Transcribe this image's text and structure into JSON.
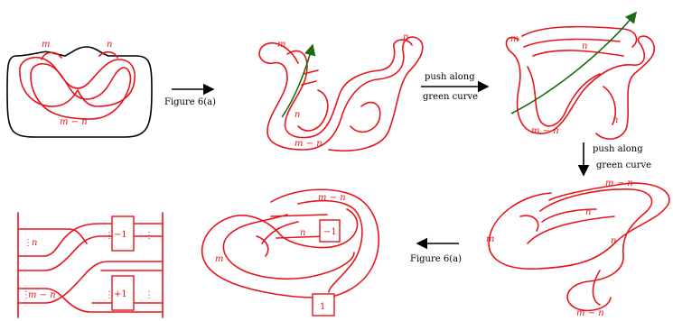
{
  "labels": {
    "m": "m",
    "n": "n",
    "m_minus_n": "m − n",
    "minus_one": "−1",
    "plus_one": "+1",
    "one": "1",
    "dots": "⋮"
  },
  "arrows": {
    "fig6a_top": "Figure 6(a)",
    "push_1_line1": "push along",
    "push_1_line2": "green curve",
    "push_2_line1": "push along",
    "push_2_line2": "green curve",
    "fig6a_bottom": "Figure 6(a)"
  },
  "colors": {
    "knot": "#e8141c",
    "unknot": "#000000",
    "push_curve": "#1a6b12"
  }
}
